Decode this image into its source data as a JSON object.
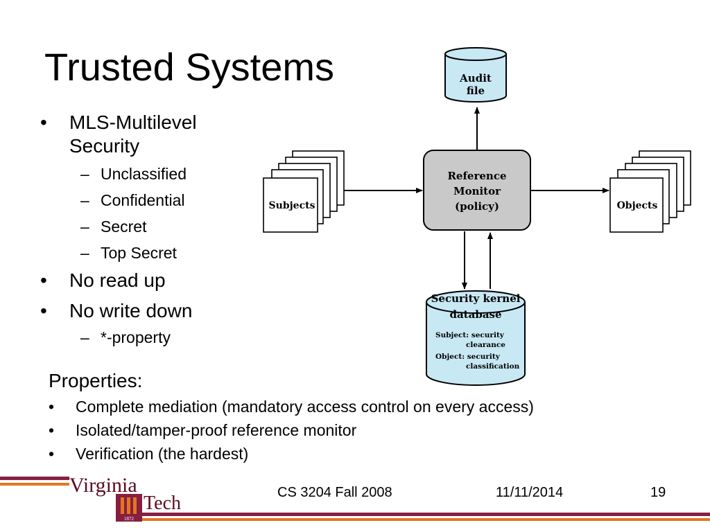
{
  "slide": {
    "title": "Trusted Systems",
    "bullets": [
      {
        "text": "MLS-Multilevel Security",
        "sub": [
          "Unclassified",
          "Confidential",
          "Secret",
          "Top Secret"
        ]
      },
      {
        "text": "No read up",
        "sub": []
      },
      {
        "text": "No write down",
        "sub": [
          "*-property"
        ]
      }
    ],
    "bullet_mark": "•",
    "sub_mark": "–",
    "properties": {
      "heading": "Properties:",
      "items": [
        "Complete mediation (mandatory access control on every access)",
        "Isolated/tamper-proof reference monitor",
        "Verification (the hardest)"
      ]
    }
  },
  "diagram": {
    "audit": [
      "Audit",
      "file"
    ],
    "subjects": "Subjects",
    "monitor": [
      "Reference",
      "Monitor",
      "(policy)"
    ],
    "objects": "Objects",
    "kernel": [
      "Security kernel",
      "database"
    ],
    "kernel_details": [
      "Subject: security",
      "clearance",
      "Object: security",
      "classification"
    ],
    "colors": {
      "db_fill": "#c8e8f4",
      "monitor_fill": "#c9c9c9",
      "stroke": "#000000"
    }
  },
  "footer": {
    "course": "CS 3204 Fall 2008",
    "date": "11/11/2014",
    "page": "19",
    "logo_top": "Virginia",
    "logo_bottom": "Tech",
    "logo_year": "1872",
    "colors": {
      "maroon": "#861f41",
      "orange": "#e5751f"
    }
  }
}
